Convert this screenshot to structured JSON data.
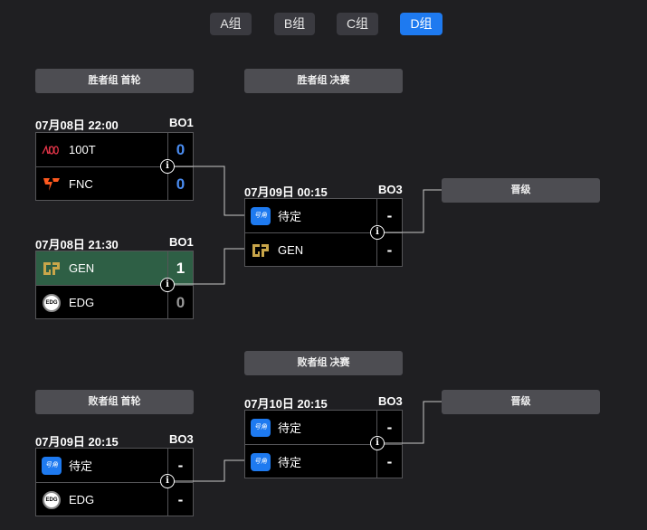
{
  "tabs": [
    {
      "label": "A组",
      "active": false
    },
    {
      "label": "B组",
      "active": false
    },
    {
      "label": "C组",
      "active": false
    },
    {
      "label": "D组",
      "active": true
    }
  ],
  "headers": {
    "winners_r1": "胜者组 首轮",
    "winners_final": "胜者组 决赛",
    "qualified_1": "晋级",
    "losers_final": "败者组 决赛",
    "losers_r1": "败者组 首轮",
    "qualified_2": "晋级"
  },
  "matches": {
    "w1a": {
      "time": "07月08日 22:00",
      "bo": "BO1",
      "top": {
        "team": "100T",
        "score": "0",
        "logo": "100t-logo-icon"
      },
      "bottom": {
        "team": "FNC",
        "score": "0",
        "logo": "fnc-logo-icon"
      }
    },
    "w1b": {
      "time": "07月08日 21:30",
      "bo": "BO1",
      "top": {
        "team": "GEN",
        "score": "1",
        "logo": "gen-logo-icon"
      },
      "bottom": {
        "team": "EDG",
        "score": "0",
        "logo": "edg-logo-icon"
      }
    },
    "wf": {
      "time": "07月09日 00:15",
      "bo": "BO3",
      "top": {
        "team": "待定",
        "score": "-",
        "logo": "tbd-icon",
        "badge": "号角"
      },
      "bottom": {
        "team": "GEN",
        "score": "-",
        "logo": "gen-logo-icon"
      }
    },
    "l1": {
      "time": "07月09日 20:15",
      "bo": "BO3",
      "top": {
        "team": "待定",
        "score": "-",
        "logo": "tbd-icon",
        "badge": "号角"
      },
      "bottom": {
        "team": "EDG",
        "score": "-",
        "logo": "edg-logo-icon",
        "badge": "EDG"
      }
    },
    "lf": {
      "time": "07月10日 20:15",
      "bo": "BO3",
      "top": {
        "team": "待定",
        "score": "-",
        "logo": "tbd-icon",
        "badge": "号角"
      },
      "bottom": {
        "team": "待定",
        "score": "-",
        "logo": "tbd-icon",
        "badge": "号角"
      }
    }
  },
  "info_glyph": "i",
  "colors": {
    "accent": "#1e7af0",
    "score_blue": "#4a8cf0",
    "score_grey": "#9a9a9a",
    "winner_row": "#2e5f45",
    "header": "#4d4d52",
    "background": "#1f1f22"
  }
}
